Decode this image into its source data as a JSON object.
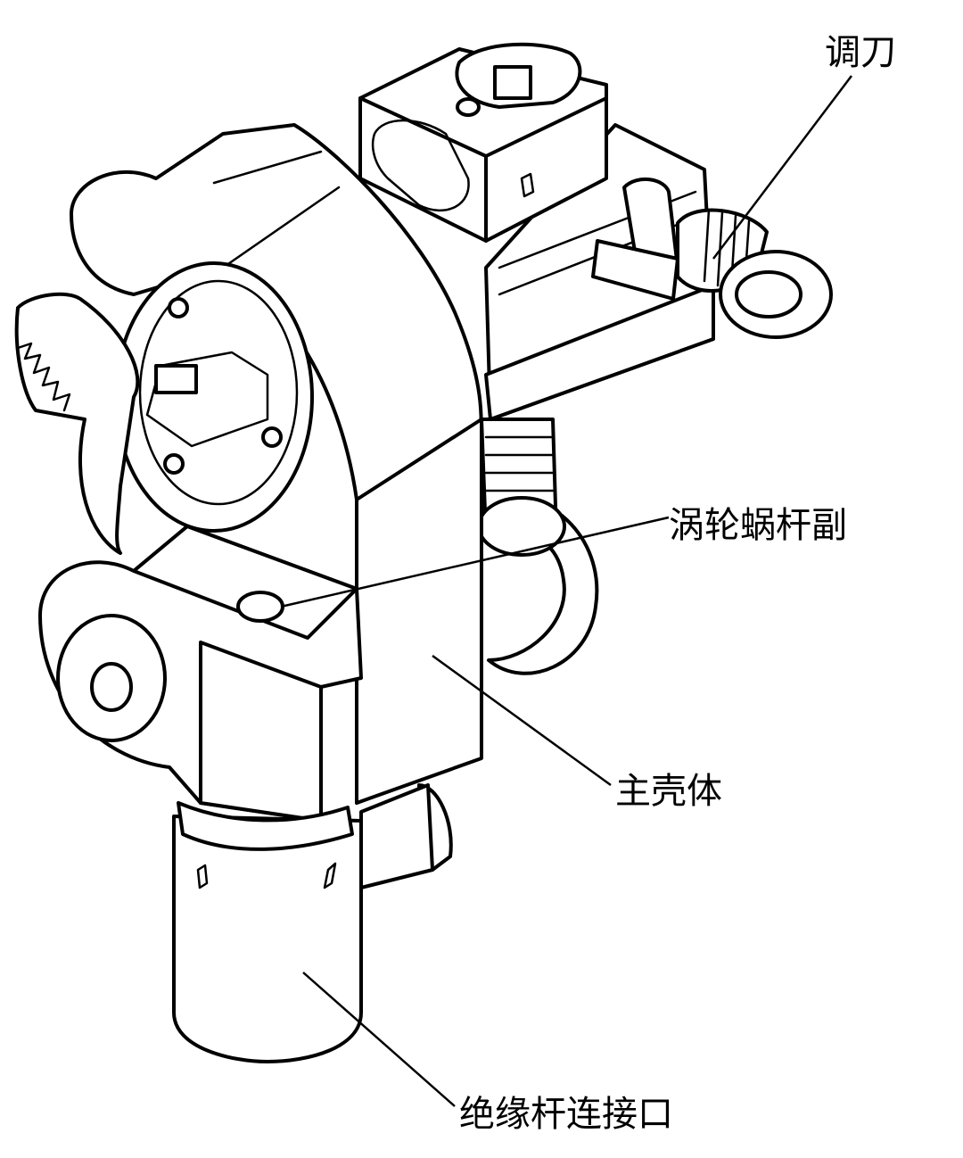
{
  "labels": {
    "knife_adjust": "调刀",
    "worm_gear_pair": "涡轮蜗杆副",
    "main_housing": "主壳体",
    "insulated_rod_interface": "绝缘杆连接口"
  }
}
